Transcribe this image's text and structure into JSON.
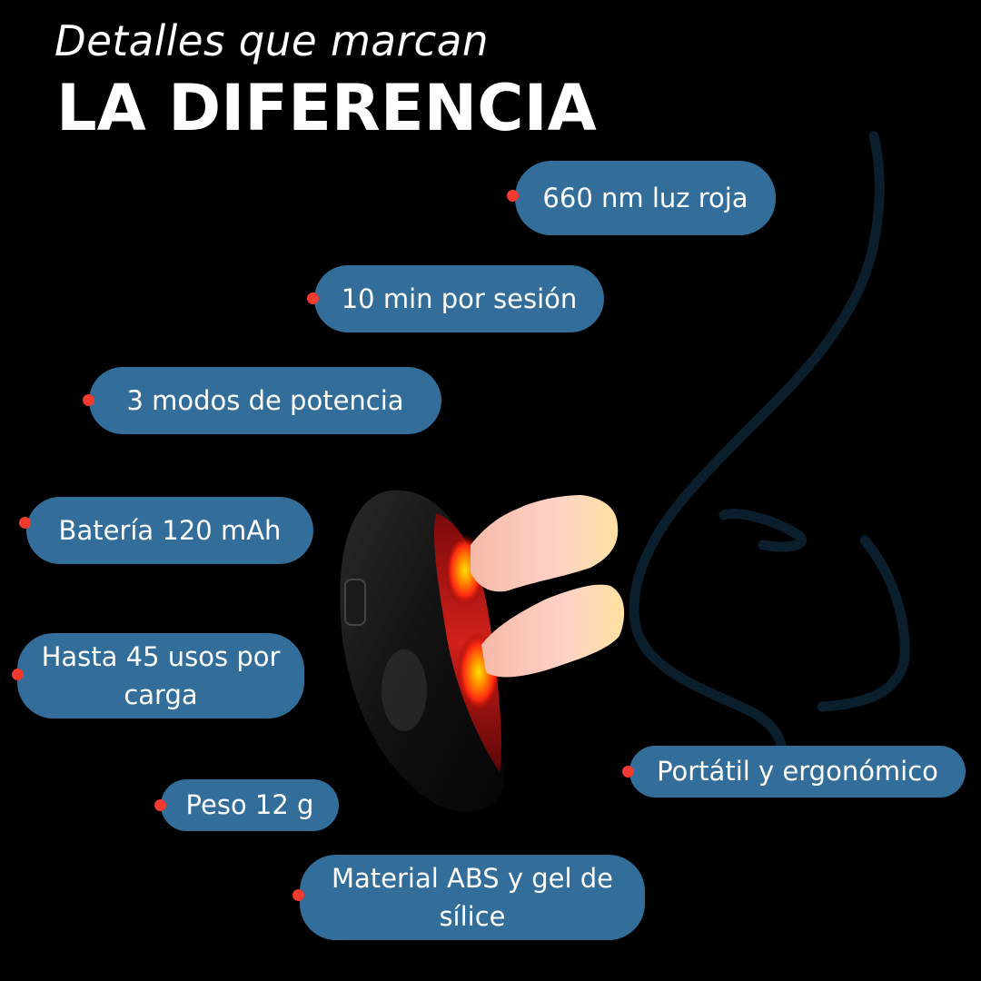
{
  "header": {
    "subtitle": "Detalles que marcan",
    "title": "LA DIFERENCIA"
  },
  "features": [
    {
      "id": "wavelength",
      "label": "660 nm luz roja"
    },
    {
      "id": "session",
      "label": "10 min por sesión"
    },
    {
      "id": "modes",
      "label": "3 modos de potencia"
    },
    {
      "id": "battery",
      "label": "Batería 120 mAh"
    },
    {
      "id": "uses",
      "label": "Hasta 45 usos por carga"
    },
    {
      "id": "weight",
      "label": "Peso 12 g"
    },
    {
      "id": "material",
      "label": "Material ABS y gel de sílice"
    },
    {
      "id": "portable",
      "label": "Portátil y ergonómico"
    }
  ],
  "colors": {
    "background": "#000000",
    "pill": "#336e9b",
    "dot": "#f23a2e",
    "nose_outline": "#0b1e2c"
  },
  "illustration": {
    "product": "red-light-nasal-therapy-device",
    "outline": "nose-profile-line-art"
  }
}
